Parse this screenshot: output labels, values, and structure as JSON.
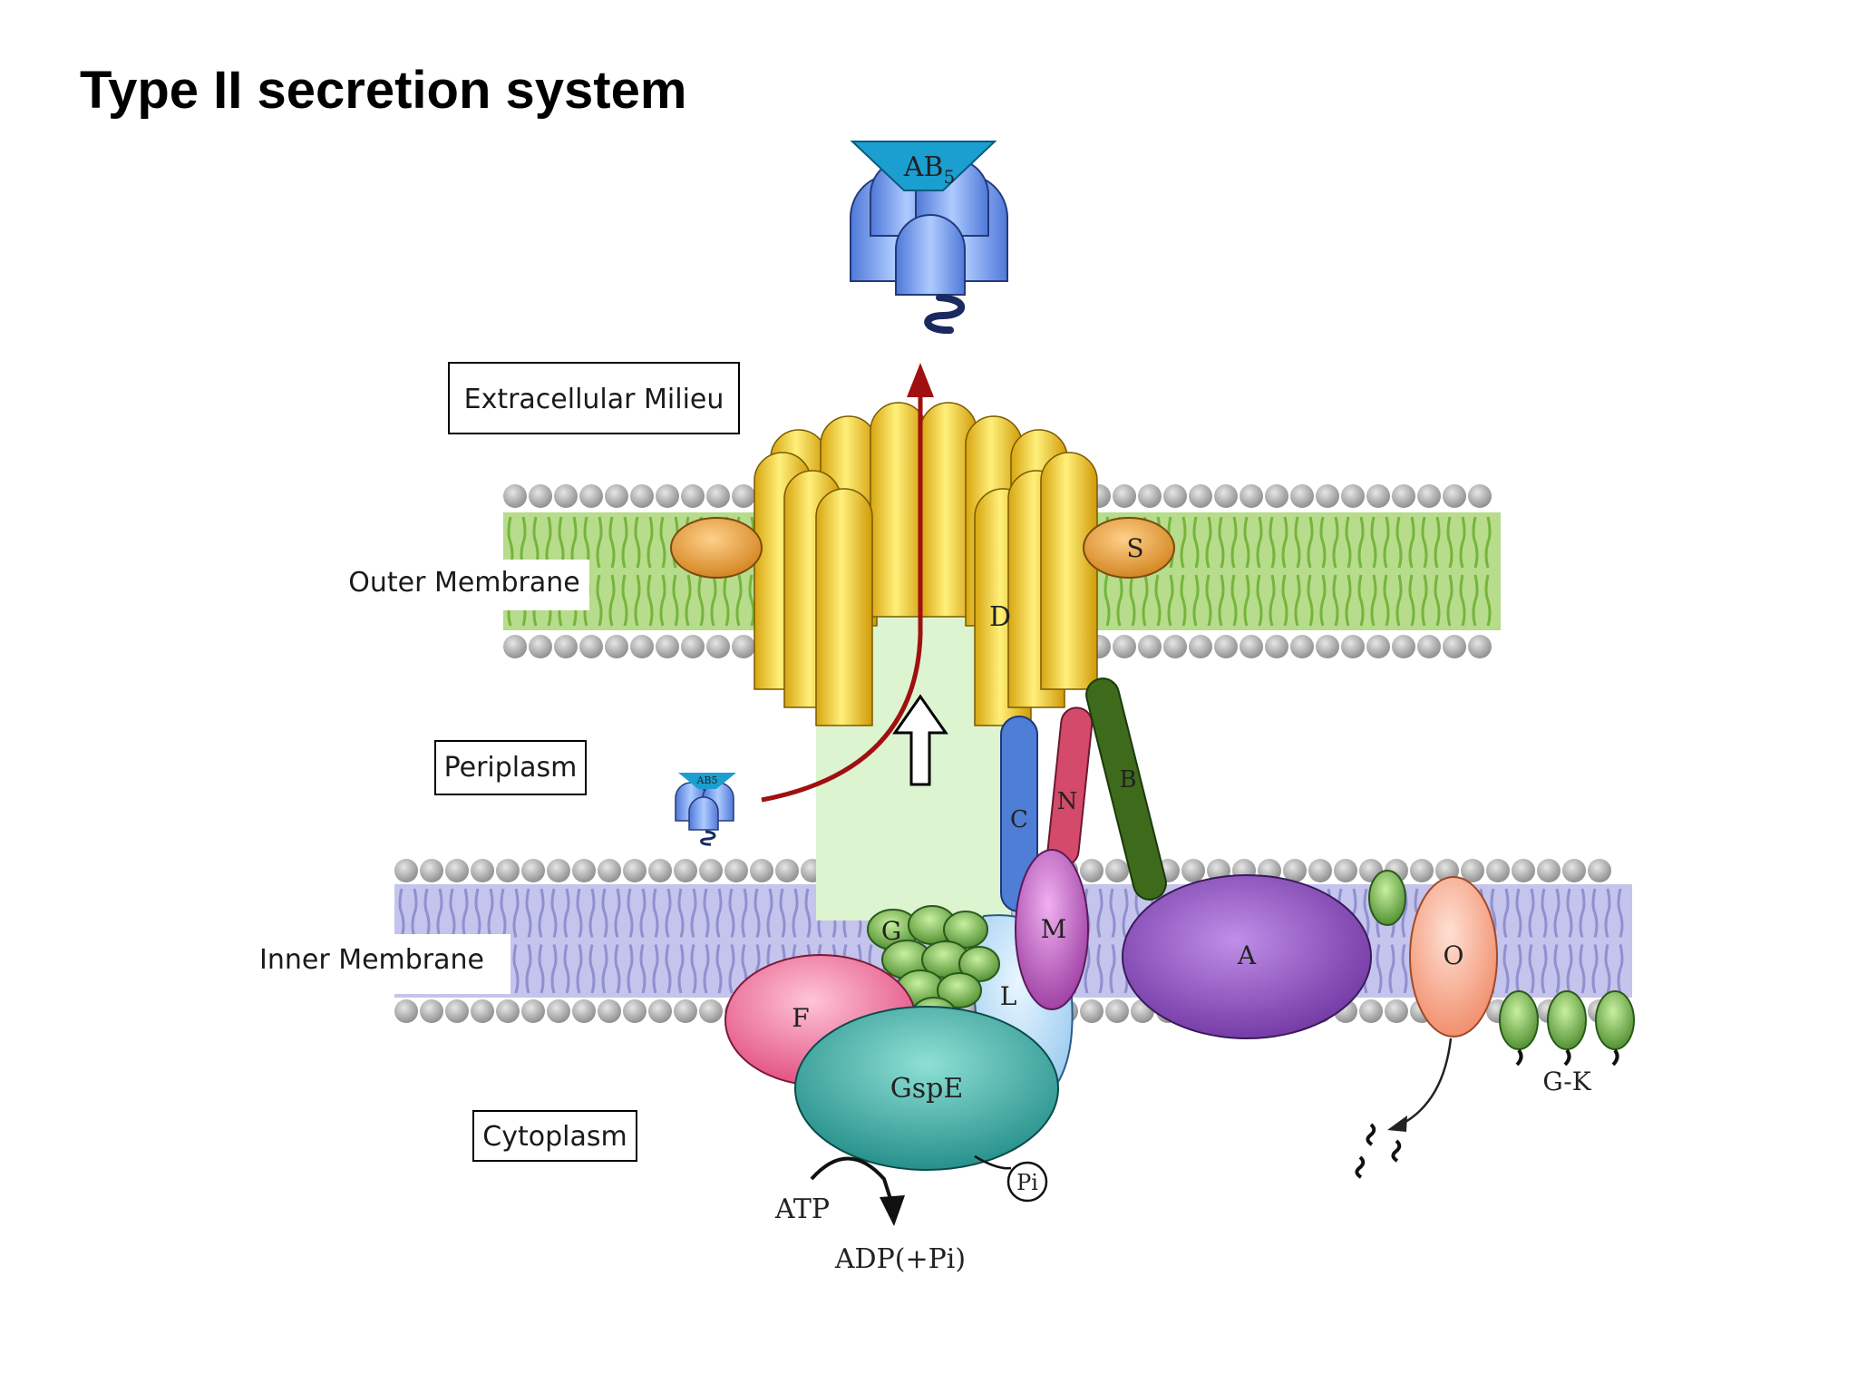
{
  "title": "Type II secretion system",
  "regions": {
    "extracellular": "Extracellular Milieu",
    "outer_membrane": "Outer Membrane",
    "periplasm": "Periplasm",
    "inner_membrane": "Inner Membrane",
    "cytoplasm": "Cytoplasm"
  },
  "proteins": {
    "ab5_main": "AB",
    "ab5_sub": "5",
    "ab5_small": "AB5",
    "s": "S",
    "d": "D",
    "c": "C",
    "n": "N",
    "b": "B",
    "m": "M",
    "g": "G",
    "l": "L",
    "f": "F",
    "gspe": "GspE",
    "a": "A",
    "o": "O",
    "gk": "G-K"
  },
  "energy": {
    "atp": "ATP",
    "adp": "ADP(+Pi)",
    "pi": "Pi"
  },
  "colors": {
    "outer_lipid_tail": "#8cc850",
    "outer_head": "#a8a8a8",
    "inner_lipid_tail": "#a9a9de",
    "inner_head": "#a8a8a8",
    "secretin": "#f6c92a",
    "channel": "#dff5d2",
    "toxin_blue": "#6f9be8",
    "toxin_cap": "#1a9fd0",
    "gspS": "#e0902a",
    "gspC": "#4e7ed6",
    "gspN": "#d44a6a",
    "gspB": "#3e6a1c",
    "gspM": "#a23fa6",
    "gspL": "#a8d4f2",
    "gspF": "#ec5f8e",
    "gspE": "#2fa09a",
    "gspA": "#7a3aa8",
    "gspO": "#f59a7a",
    "gspGK": "#6aaa3a",
    "arrow_red": "#a01010"
  }
}
